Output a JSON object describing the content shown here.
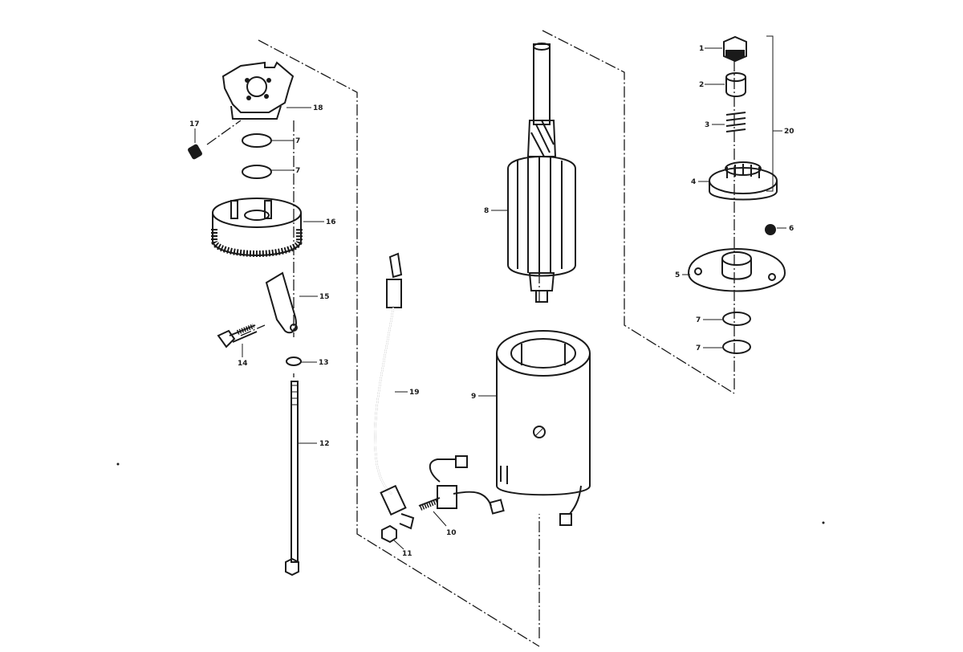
{
  "callouts": {
    "c1": "1",
    "c2": "2",
    "c3": "3",
    "c4": "4",
    "c5": "5",
    "c6": "6",
    "c7a": "7",
    "c7b": "7",
    "c7c": "7",
    "c7d": "7",
    "c8": "8",
    "c9": "9",
    "c10": "10",
    "c11": "11",
    "c12": "12",
    "c13": "13",
    "c14": "14",
    "c15": "15",
    "c16": "16",
    "c17": "17",
    "c18": "18",
    "c19": "19",
    "c20": "20"
  }
}
